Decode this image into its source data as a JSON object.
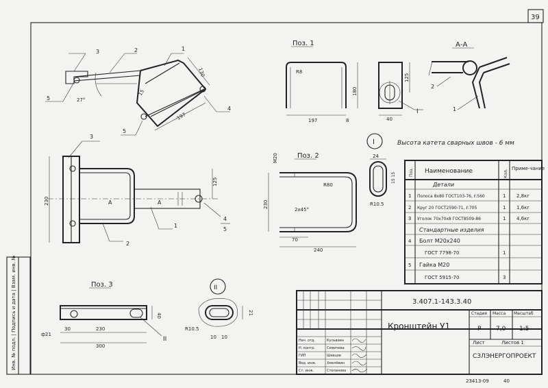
{
  "sheet_number": "39",
  "views": {
    "pos1_title": "Поз. 1",
    "pos2_title": "Поз. 2",
    "pos3_title": "Поз. 3",
    "section_title": "А-А",
    "note_weld": "Высота катета сварных швов - 6 мм"
  },
  "markers": {
    "m1": "1",
    "m2": "2",
    "m3": "3",
    "m4": "4",
    "m5": "5",
    "node1": "I",
    "node2": "II",
    "sectionA1": "А",
    "sectionA2": "А"
  },
  "dims": {
    "angle27": "27°",
    "d130": "130",
    "d15": "15",
    "d197": "197",
    "r8": "R8",
    "d180": "180",
    "d197b": "197",
    "d8": "8",
    "d125": "125",
    "d40": "40",
    "d230": "230",
    "d125b": "125",
    "m20": "М20",
    "r80": "R80",
    "d230b": "230",
    "chamfer": "2х45°",
    "d70": "70",
    "d240": "240",
    "d24": "24",
    "d1515": "15 15",
    "r105": "R10.5",
    "phi21": "ф21",
    "d30": "30",
    "d230c": "230",
    "d300": "300",
    "d40b": "40",
    "d21": "21",
    "r105b": "R10.5",
    "d10": "10",
    "d10b": "10"
  },
  "spec_table": {
    "headers": {
      "pos": "Поз.",
      "name": "Наименование",
      "qty": "Кол.",
      "note": "Приме-чание"
    },
    "section_details": "Детали",
    "section_standard": "Стандартные изделия",
    "rows": [
      {
        "pos": "1",
        "name": "Полоса 8х80 ГОСТ103-76, ℓ:560",
        "qty": "1",
        "note": "2,8кг"
      },
      {
        "pos": "2",
        "name": "Круг 20 ГОСТ2590-71, ℓ:705",
        "qty": "1",
        "note": "1,6кг"
      },
      {
        "pos": "3",
        "name": "Уголок 70х70х8 ГОСТ8509-86",
        "qty": "1",
        "note": "4,6кг"
      },
      {
        "pos": "4",
        "name": "Болт М20х240",
        "qty": "",
        "note": ""
      },
      {
        "pos": "",
        "name": "ГОСТ 7798-70",
        "qty": "1",
        "note": ""
      },
      {
        "pos": "5",
        "name": "Гайка М20",
        "qty": "",
        "note": ""
      },
      {
        "pos": "",
        "name": "ГОСТ 5915-70",
        "qty": "3",
        "note": ""
      }
    ]
  },
  "title_block": {
    "doc_code": "3.407.1-143.3.40",
    "title": "Кронштейн У1",
    "stage_label": "Стадия",
    "mass_label": "Масса",
    "scale_label": "Масштаб",
    "stage": "Р",
    "mass": "7,0",
    "scale": "1:5",
    "sheet_label": "Лист",
    "sheets_label": "Листов 1",
    "org": "СЗЛЭНЕРГОПРОЕКТ",
    "signers": [
      {
        "role": "Нач. отд.",
        "name": "Кульвиен"
      },
      {
        "role": "Н. контр.",
        "name": "Семичева"
      },
      {
        "role": "ГИП",
        "name": "Шевцов"
      },
      {
        "role": "Вед. инж.",
        "name": "Хмелёвин"
      },
      {
        "role": "Ст. инж.",
        "name": "Степанова"
      }
    ],
    "footer_code": "23413-09",
    "footer_page": "40"
  },
  "side_stamp": "Инв. № подл. | Подпись и дата | Взам. инв. №"
}
